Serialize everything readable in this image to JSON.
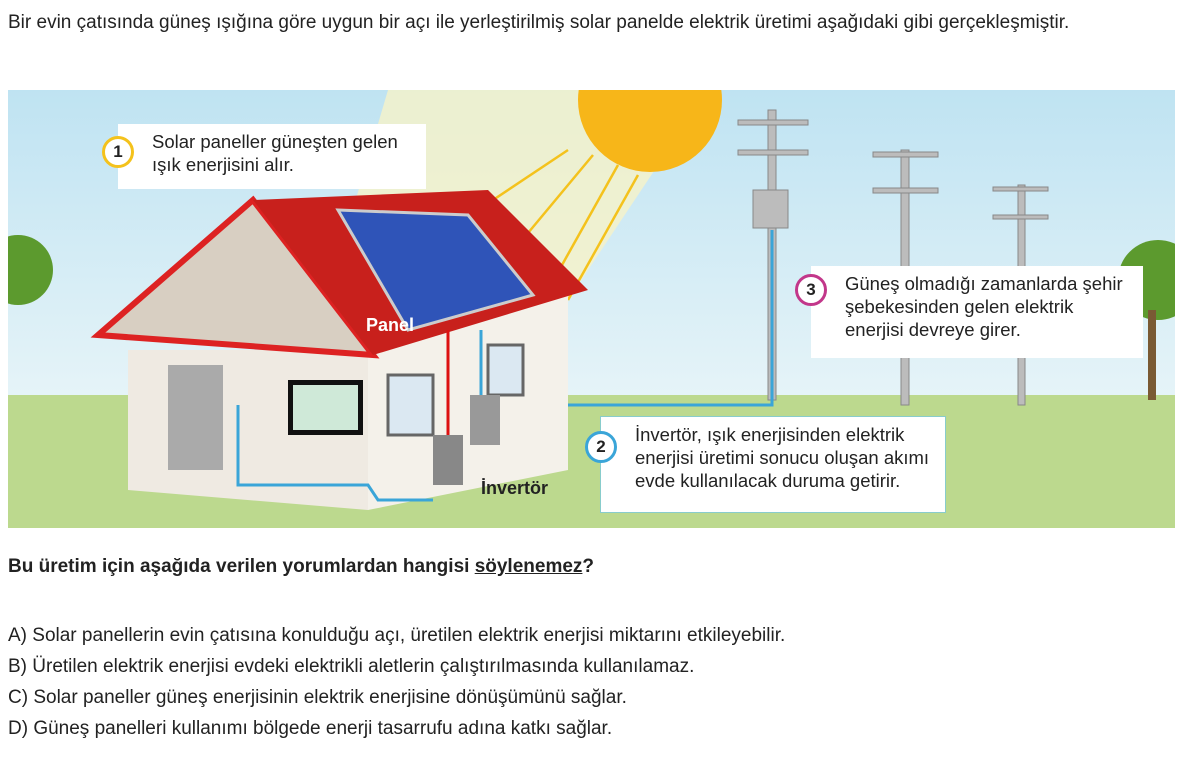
{
  "intro": "Bir evin çatısında güneş ışığına göre uygun bir açı ile yerleştirilmiş solar panelde elektrik üretimi aşağıdaki gibi gerçekleşmiştir.",
  "callouts": [
    {
      "num": "1",
      "text": "Solar paneller güneşten gelen ışık enerjisini alır."
    },
    {
      "num": "2",
      "text": "İnvertör, ışık enerjisinden elektrik enerjisi üretimi sonucu oluşan akımı evde kullanılacak duruma getirir."
    },
    {
      "num": "3",
      "text": "Güneş olmadığı zamanlarda şehir şebekesinden gelen elektrik enerjisi devreye girer."
    }
  ],
  "labels": {
    "panel": "Panel",
    "inverter": "İnvertör"
  },
  "question": {
    "before": "Bu üretim için aşağıda verilen yorumlardan hangisi ",
    "underlined": "söylenemez",
    "after": "?"
  },
  "options": [
    "A) Solar panellerin evin çatısına konulduğu açı, üretilen elektrik enerjisi miktarını etkileyebilir.",
    "B) Üretilen elektrik enerjisi evdeki elektrikli aletlerin çalıştırılmasında kullanılamaz.",
    "C) Solar paneller güneş enerjisinin elektrik enerjisine dönüşümünü sağlar.",
    "D) Güneş panelleri kullanımı bölgede enerji tasarrufu adına katkı sağlar."
  ]
}
